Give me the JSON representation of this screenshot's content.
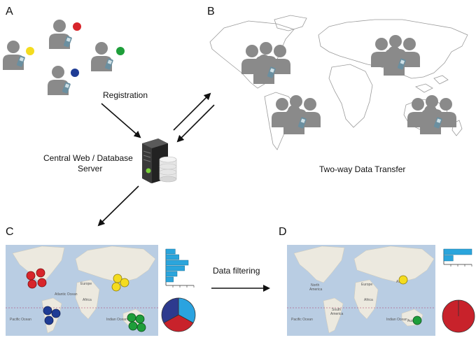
{
  "panels": {
    "a": {
      "letter": "A",
      "label": "Registration"
    },
    "b": {
      "letter": "B",
      "label": "Two-way Data Transfer"
    },
    "c": {
      "letter": "C"
    },
    "d": {
      "letter": "D"
    }
  },
  "server": {
    "line1": "Central Web / Database",
    "line2": "Server"
  },
  "filter": {
    "label": "Data filtering"
  },
  "map_labels": {
    "atlantic": "Atlantic Ocean",
    "europe": "Europe",
    "africa": "Africa",
    "pacific": "Pacific Ocean",
    "indian": "Indian Ocean",
    "asia": "Asia",
    "north_america_1": "North",
    "north_america_2": "America",
    "south_america_1": "South",
    "south_america_2": "America",
    "australia": "Aus"
  },
  "colors": {
    "red": "#d7252b",
    "green": "#1e9e3a",
    "yellow": "#f4dc1f",
    "blue": "#1f3c95",
    "user": "#8a8a8a",
    "phone": "#6a8fa0",
    "ocean": "#b9cde3",
    "land": "#ece9df",
    "bar": "#2ba5dc",
    "pie_cyan": "#2aa3e0",
    "pie_red": "#c8222b",
    "pie_navy": "#2d3a8e"
  },
  "chart_c_histogram": {
    "values": [
      1.0,
      1.4,
      2.4,
      2.0,
      1.2,
      0.8
    ]
  },
  "chart_d_histogram": {
    "values": [
      3.0,
      1.0
    ]
  },
  "chart_c_pie": {
    "slices": [
      {
        "color": "cyan",
        "value": 0.33
      },
      {
        "color": "red",
        "value": 0.34
      },
      {
        "color": "navy",
        "value": 0.33
      }
    ]
  },
  "chart_d_pie": {
    "slices": [
      {
        "color": "red",
        "value": 1.0
      }
    ]
  }
}
